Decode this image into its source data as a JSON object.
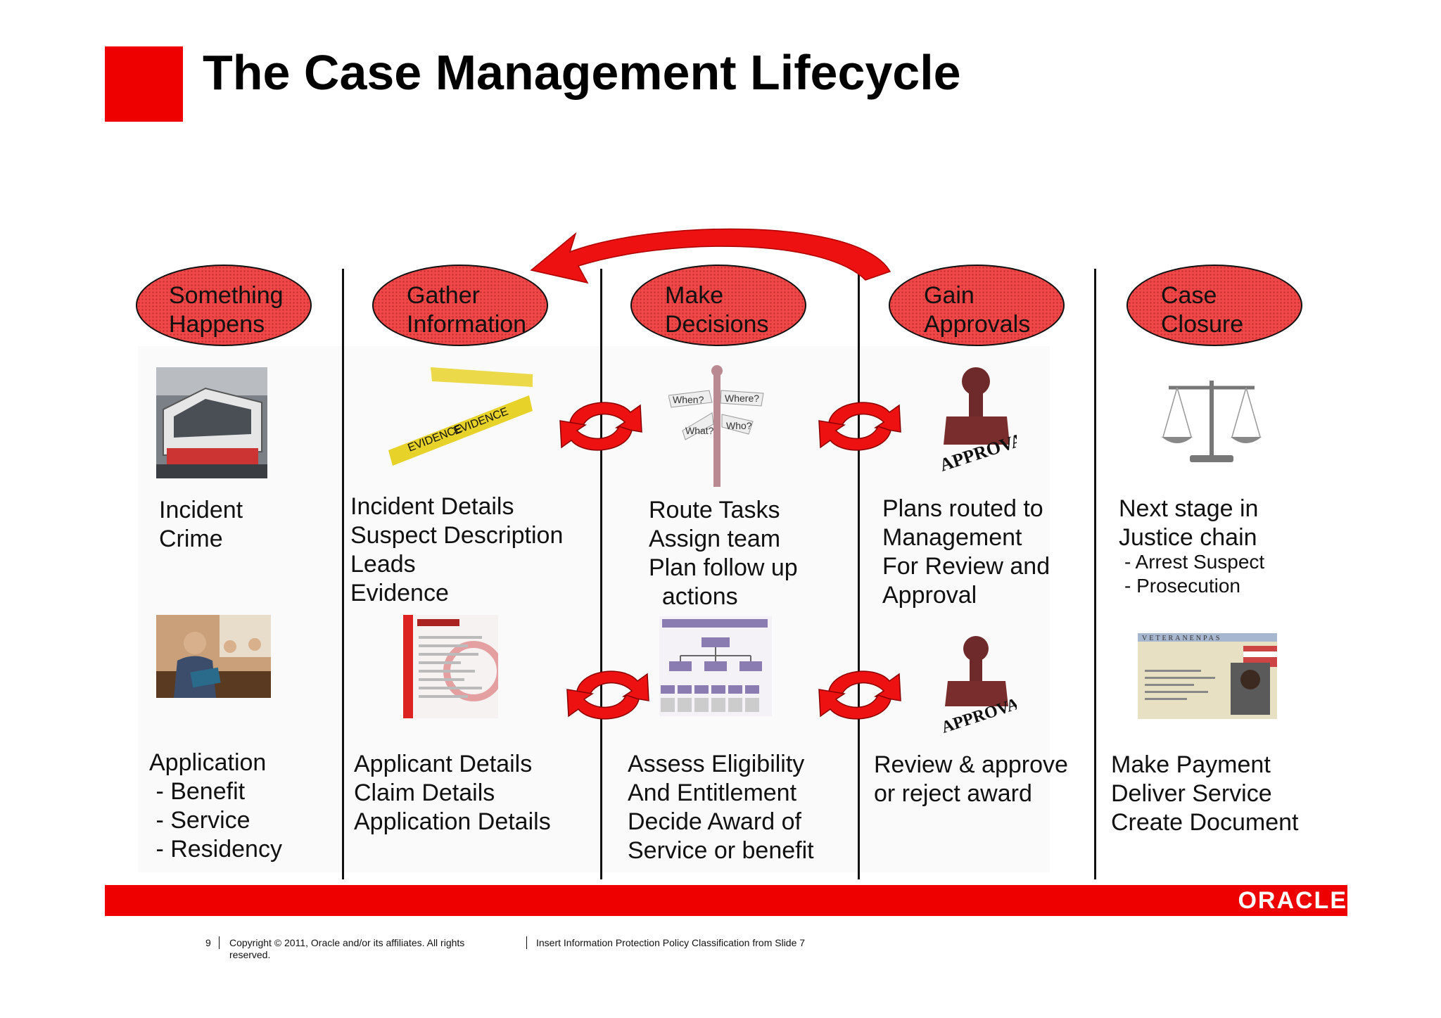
{
  "slide": {
    "title": "The Case Management Lifecycle",
    "page_number": "9"
  },
  "stages": [
    {
      "label": "Something\nHappens"
    },
    {
      "label": "Gather\nInformation"
    },
    {
      "label": "Make\nDecisions"
    },
    {
      "label": "Gain\nApprovals"
    },
    {
      "label": "Case\nClosure"
    }
  ],
  "row1": {
    "c1": "Incident\nCrime",
    "c2": "Incident Details\nSuspect Description\nLeads\nEvidence",
    "c3": "Route Tasks\nAssign team\nPlan follow up\n  actions",
    "c4": "Plans routed to\nManagement\nFor Review and\nApproval",
    "c5_head": "Next stage in\nJustice chain",
    "c5_items": "- Arrest Suspect\n- Prosecution"
  },
  "row2": {
    "c1_head": "Application",
    "c1_items": " - Benefit\n - Service\n - Residency",
    "c2": "Applicant Details\nClaim Details\nApplication Details",
    "c3": "Assess Eligibility\nAnd Entitlement\nDecide Award of\nService or benefit",
    "c4": "Review & approve\nor reject award",
    "c5": "Make Payment\nDeliver Service\nCreate Document"
  },
  "images": {
    "evidence_tape": "EVIDENCE",
    "signpost": [
      "When?",
      "Where?",
      "What?",
      "Who?"
    ],
    "stamp": "APPROVAL",
    "id_card": "VETERANENPAS"
  },
  "footer": {
    "logo": "ORACLE",
    "copyright": "Copyright © 2011, Oracle and/or its affiliates. All rights\nreserved.",
    "classification": "Insert Information Protection Policy Classification from Slide 7"
  },
  "colors": {
    "accent": "#ee0000",
    "stage_fill": "#f04848"
  }
}
